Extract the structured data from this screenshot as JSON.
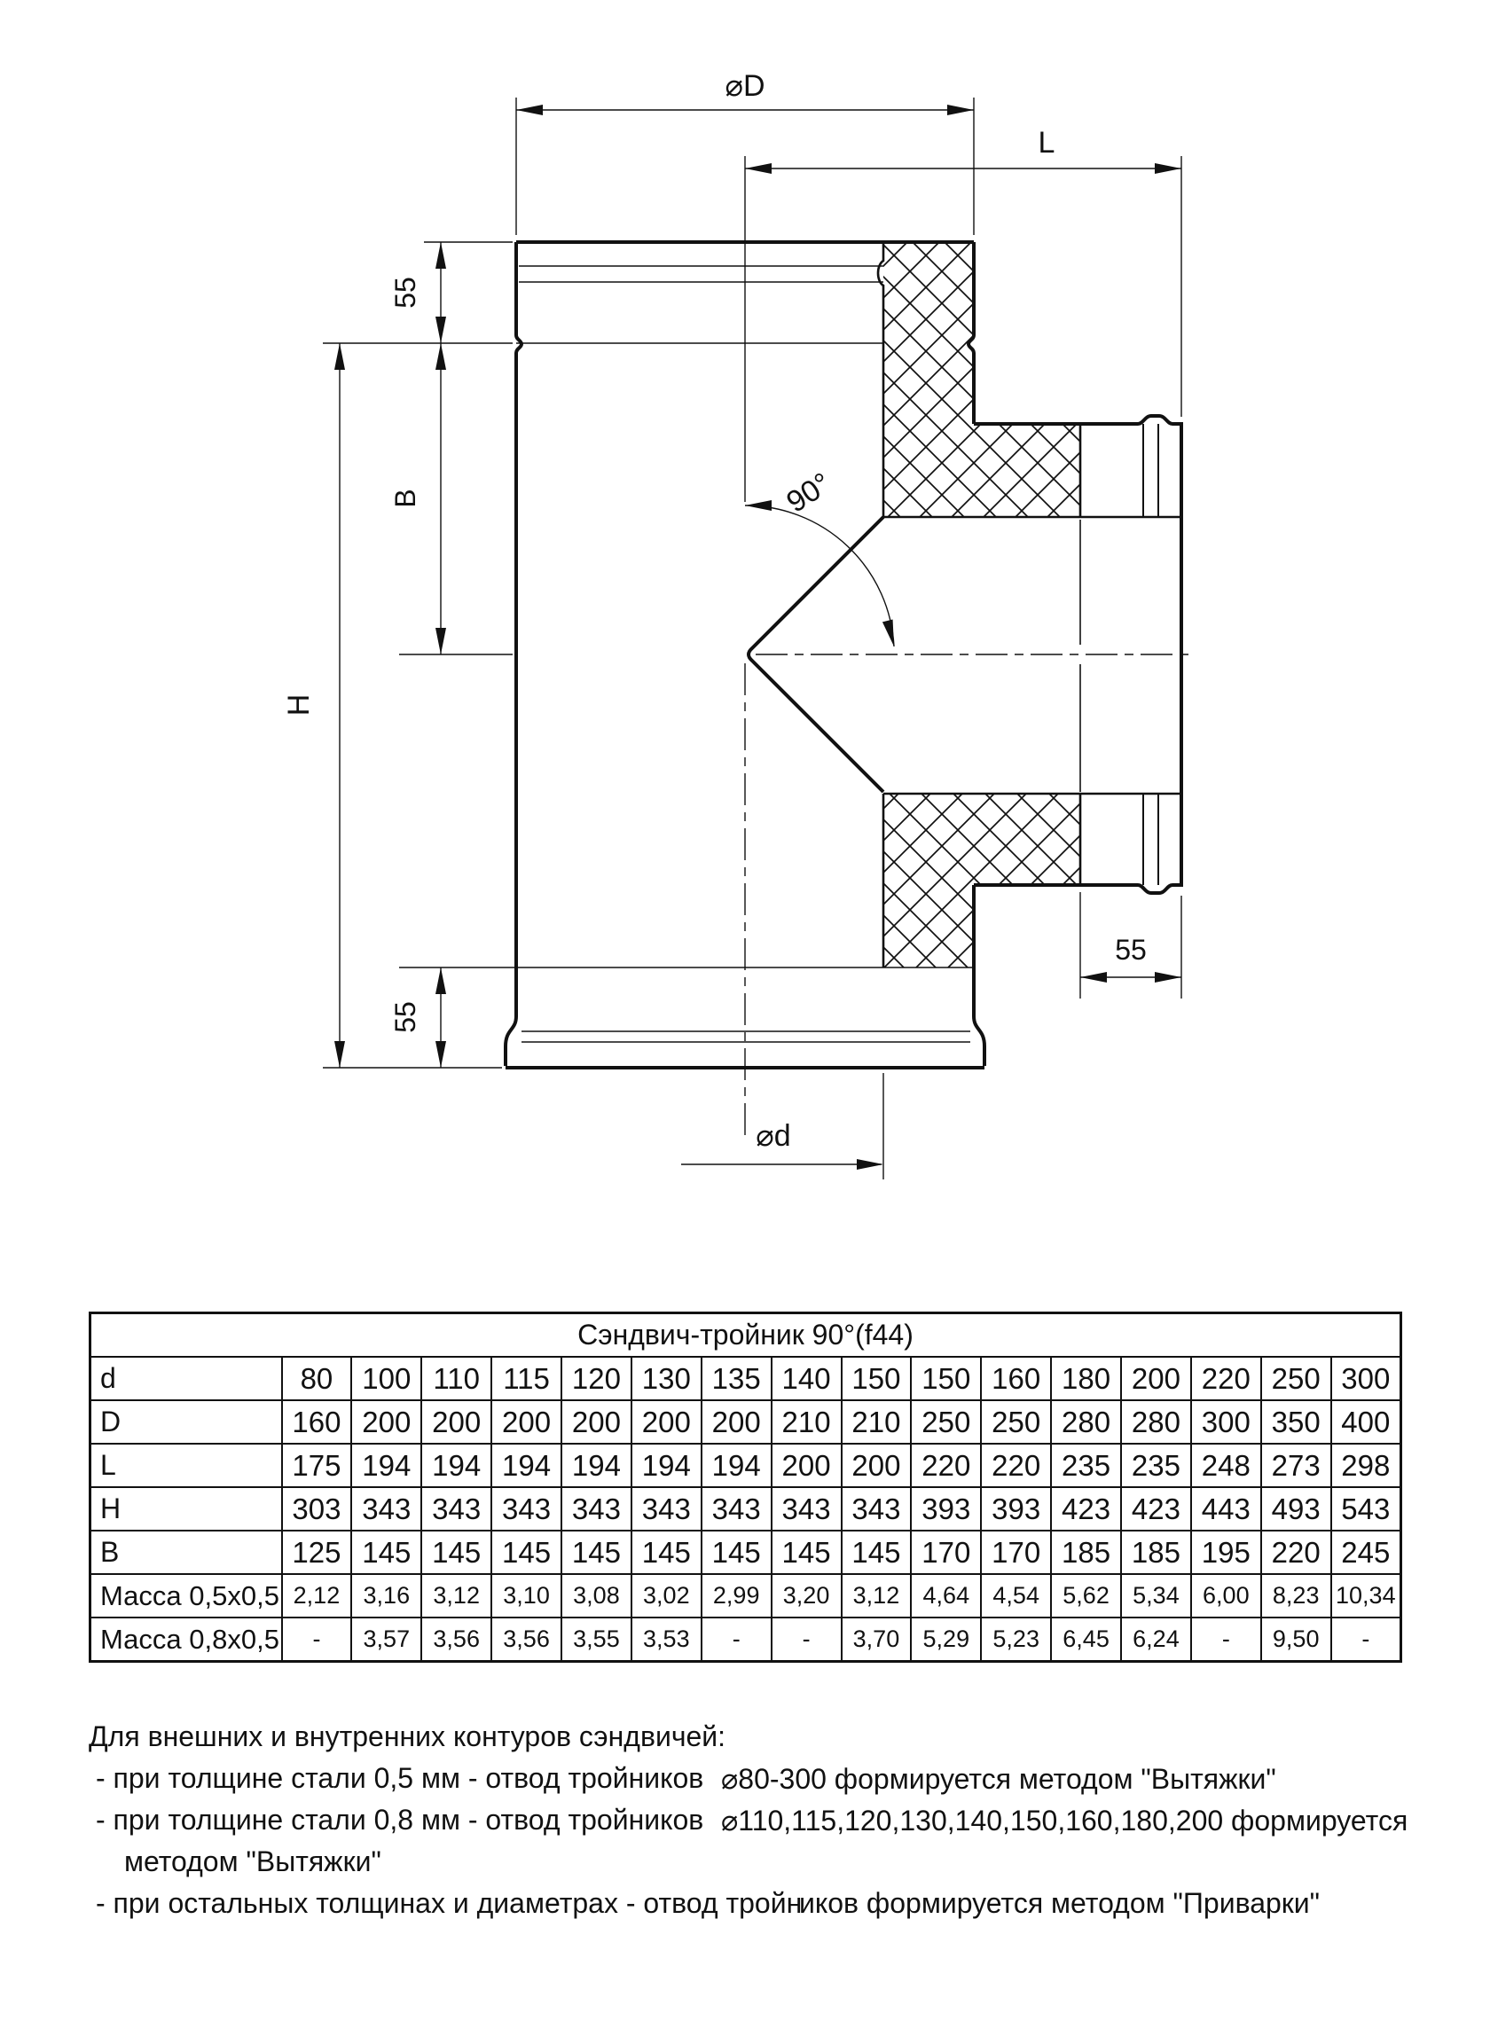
{
  "drawing": {
    "labels": {
      "dia_D": "⌀D",
      "length_L": "L",
      "socket_top": "55",
      "offset_B": "B",
      "height_H": "H",
      "socket_bottom": "55",
      "socket_branch": "55",
      "angle": "90°",
      "dia_d": "⌀d"
    },
    "line_color": "#111111",
    "background": "#ffffff"
  },
  "table": {
    "title": "Сэндвич-тройник 90°(f44)",
    "rows": [
      {
        "label": "d",
        "values": [
          "80",
          "100",
          "110",
          "115",
          "120",
          "130",
          "135",
          "140",
          "150",
          "150",
          "160",
          "180",
          "200",
          "220",
          "250",
          "300"
        ]
      },
      {
        "label": "D",
        "values": [
          "160",
          "200",
          "200",
          "200",
          "200",
          "200",
          "200",
          "210",
          "210",
          "250",
          "250",
          "280",
          "280",
          "300",
          "350",
          "400"
        ]
      },
      {
        "label": "L",
        "values": [
          "175",
          "194",
          "194",
          "194",
          "194",
          "194",
          "194",
          "200",
          "200",
          "220",
          "220",
          "235",
          "235",
          "248",
          "273",
          "298"
        ]
      },
      {
        "label": "H",
        "values": [
          "303",
          "343",
          "343",
          "343",
          "343",
          "343",
          "343",
          "343",
          "343",
          "393",
          "393",
          "423",
          "423",
          "443",
          "493",
          "543"
        ]
      },
      {
        "label": "B",
        "values": [
          "125",
          "145",
          "145",
          "145",
          "145",
          "145",
          "145",
          "145",
          "145",
          "170",
          "170",
          "185",
          "185",
          "195",
          "220",
          "245"
        ]
      },
      {
        "label": "Масса 0,5x0,5",
        "values": [
          "2,12",
          "3,16",
          "3,12",
          "3,10",
          "3,08",
          "3,02",
          "2,99",
          "3,20",
          "3,12",
          "4,64",
          "4,54",
          "5,62",
          "5,34",
          "6,00",
          "8,23",
          "10,34"
        ]
      },
      {
        "label": "Масса 0,8x0,5",
        "values": [
          "-",
          "3,57",
          "3,56",
          "3,56",
          "3,55",
          "3,53",
          "-",
          "-",
          "3,70",
          "5,29",
          "5,23",
          "6,45",
          "6,24",
          "-",
          "9,50",
          "-"
        ]
      }
    ]
  },
  "notes": {
    "intro": "Для внешних и внутренних контуров сэндвичей:",
    "b1_left": "- при толщине стали 0,5 мм - отвод тройников",
    "b1_right": "⌀80-300 формируется методом \"Вытяжки\"",
    "b2_left": "- при толщине стали 0,8 мм - отвод тройников",
    "b2_right": "⌀110,115,120,130,140,150,160,180,200 формируется",
    "b2_cont": "методом \"Вытяжки\"",
    "b3_left": "- при остальных толщинах и диаметрах - отвод тройн",
    "b3_right": "иков формируется методом \"Приварки\""
  }
}
